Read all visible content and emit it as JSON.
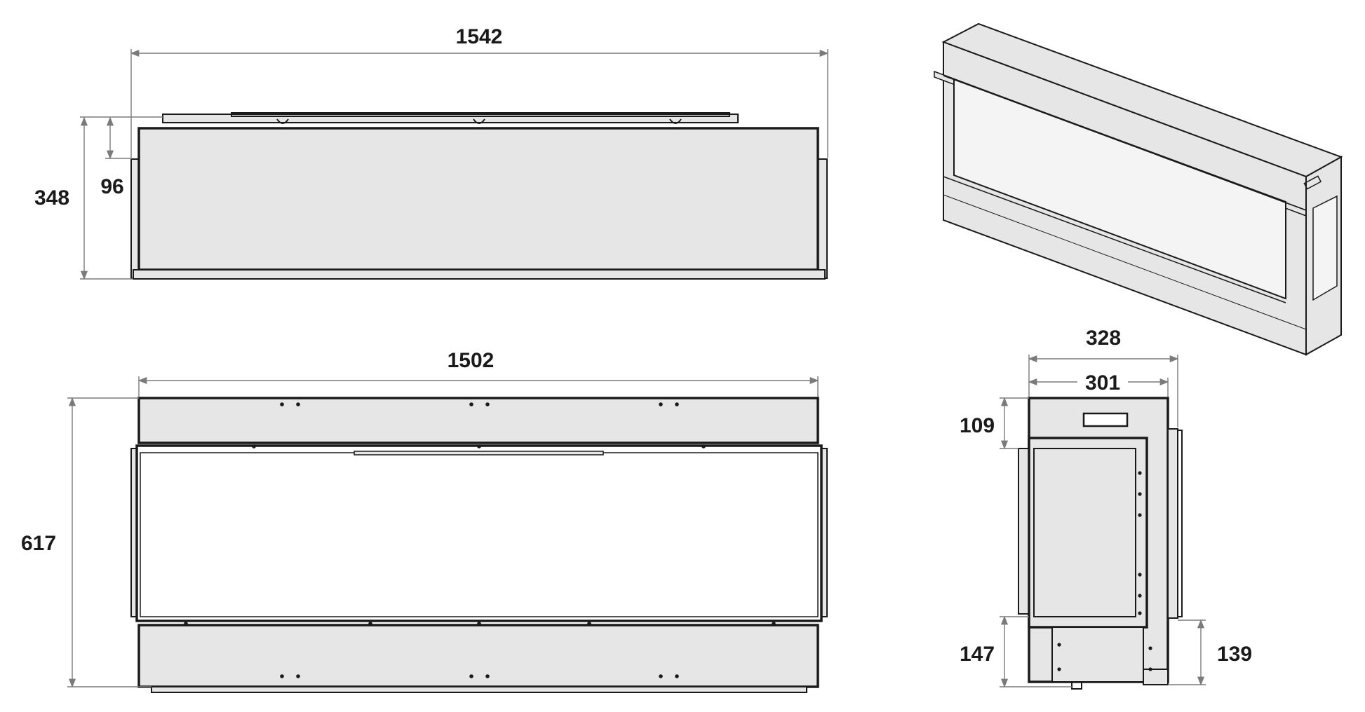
{
  "dimensions": {
    "front_width": "1542",
    "front_height": "348",
    "front_top_offset": "96",
    "plan_width": "1502",
    "plan_depth": "617",
    "side_width_outer": "328",
    "side_width_inner": "301",
    "side_top_offset": "109",
    "side_bottom_left": "147",
    "side_bottom_right": "139"
  }
}
